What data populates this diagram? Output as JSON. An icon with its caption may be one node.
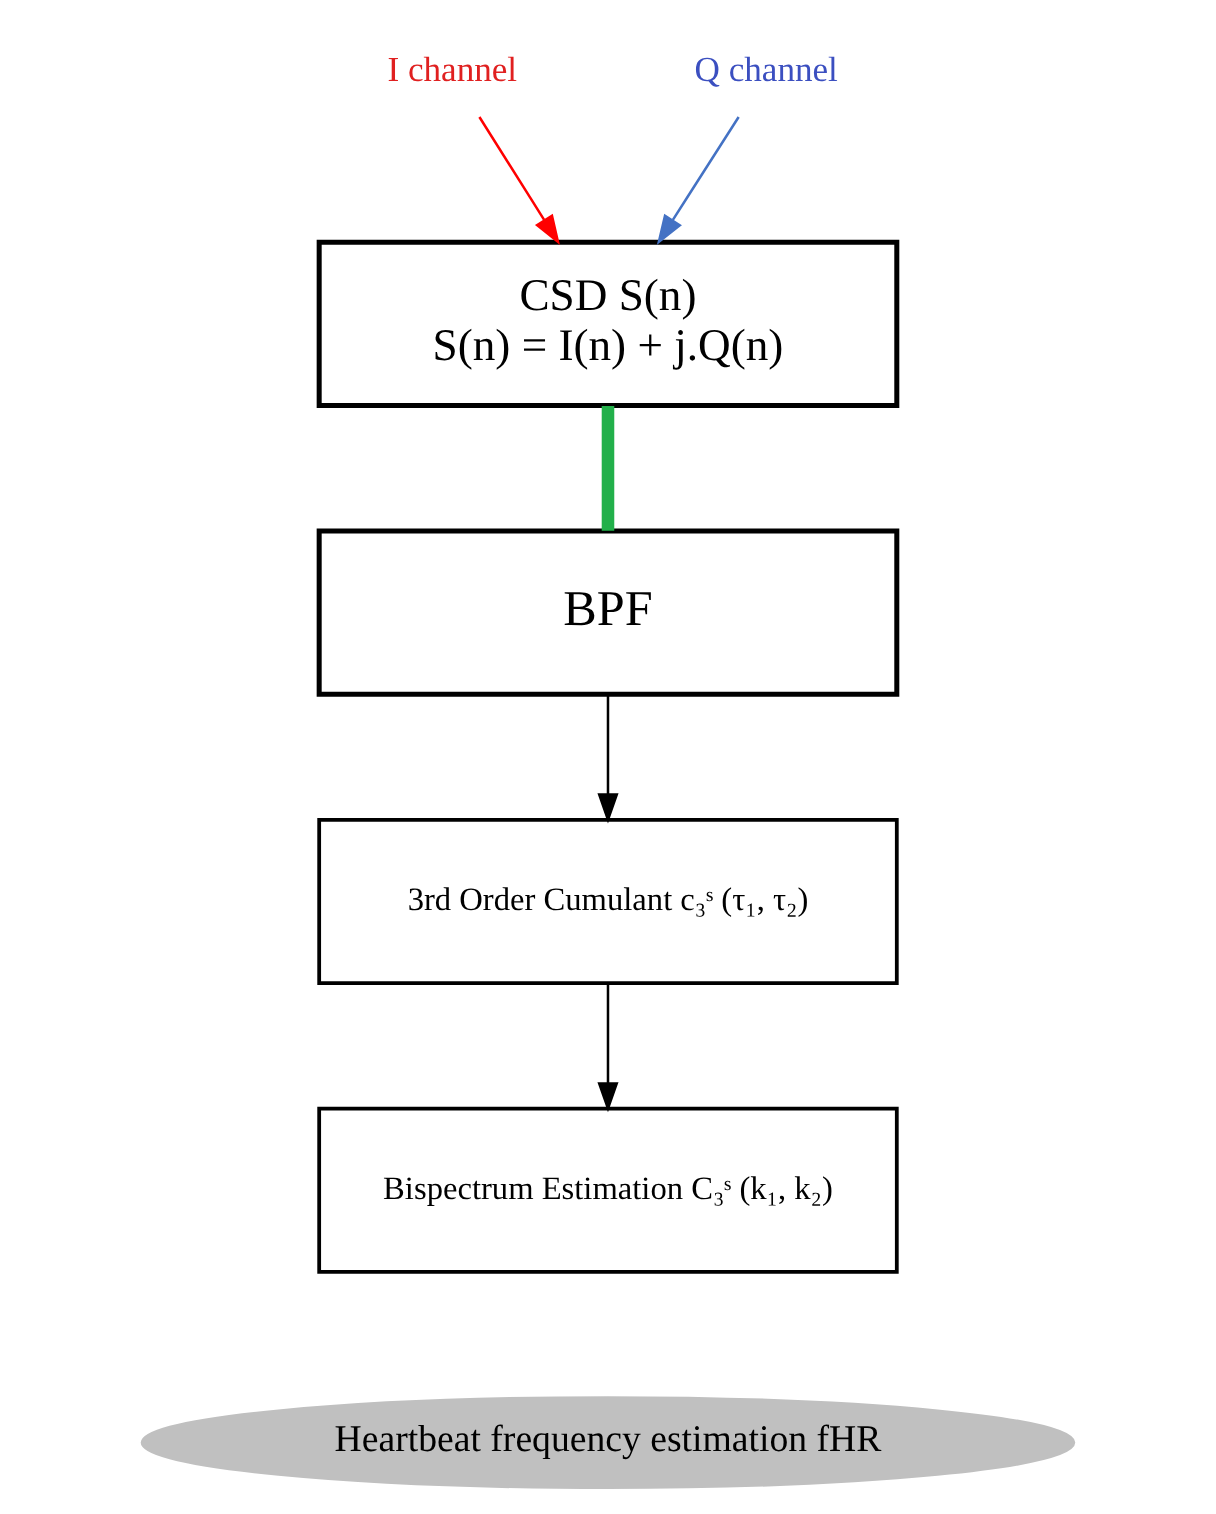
{
  "diagram": {
    "nodes": [
      {
        "text": [
          "I channel"
        ]
      },
      {
        "text": [
          "Q channel"
        ]
      },
      {
        "text": [
          "CSD S(n)",
          "S(n) = I(n) + j.Q(n)"
        ]
      },
      {
        "text": [
          "BPF"
        ]
      },
      {
        "text": [
          "3rd Order Cumulant c₃ˢ (τ₁, τ₂)"
        ]
      },
      {
        "text": [
          "Bispectrum Estimation C₃ˢ (k₁, k₂)"
        ]
      },
      {
        "text": [
          "Heartbeat frequency estimation fHR"
        ]
      }
    ],
    "edges": [
      {
        "from": 0,
        "to": 2,
        "arrow": "to",
        "color": "#ff0000"
      },
      {
        "from": 1,
        "to": 2,
        "arrow": "to",
        "color": "#4472c4"
      },
      {
        "from": 2,
        "to": 3,
        "arrow": "none",
        "style": "thick",
        "color": "#22b04a"
      },
      {
        "from": 3,
        "to": 4,
        "arrow": "to"
      },
      {
        "from": 4,
        "to": 5,
        "arrow": "to"
      }
    ]
  }
}
